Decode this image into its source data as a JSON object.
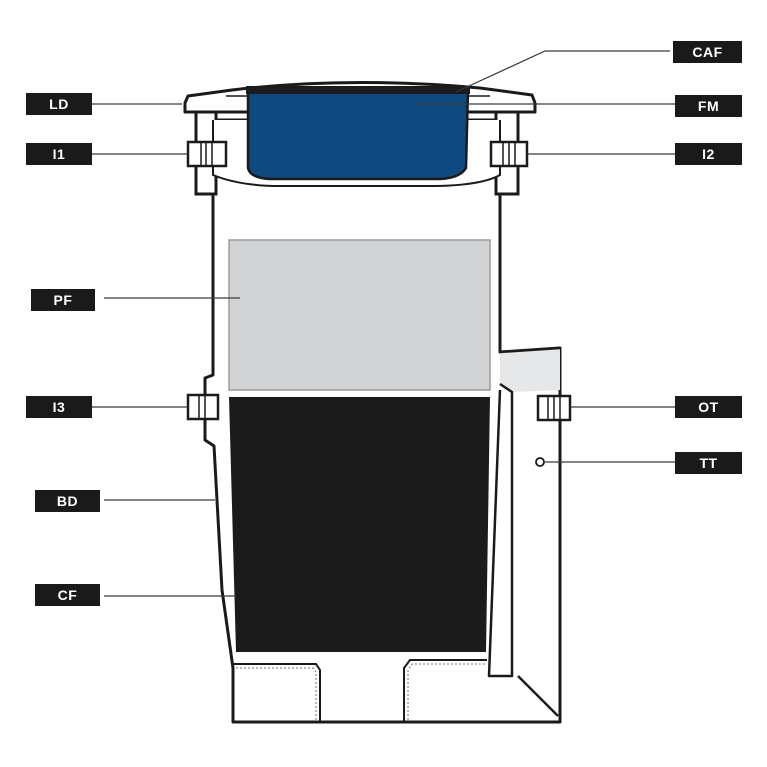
{
  "colors": {
    "outline": "#1a1a1a",
    "body_fill": "#ffffff",
    "fine_mesh": "#0e4a80",
    "pre_filter": "#d2d3d5",
    "carbon_filter": "#1b1b1b",
    "outlet_channel": "#e6e7e8",
    "label_bg": "#1a1a1a",
    "label_text": "#ffffff"
  },
  "labels": {
    "caf": "CAF",
    "ld": "LD",
    "fm": "FM",
    "i1": "I1",
    "i2": "I2",
    "pf": "PF",
    "i3": "I3",
    "ot": "OT",
    "tt": "TT",
    "bd": "BD",
    "cf": "CF"
  }
}
